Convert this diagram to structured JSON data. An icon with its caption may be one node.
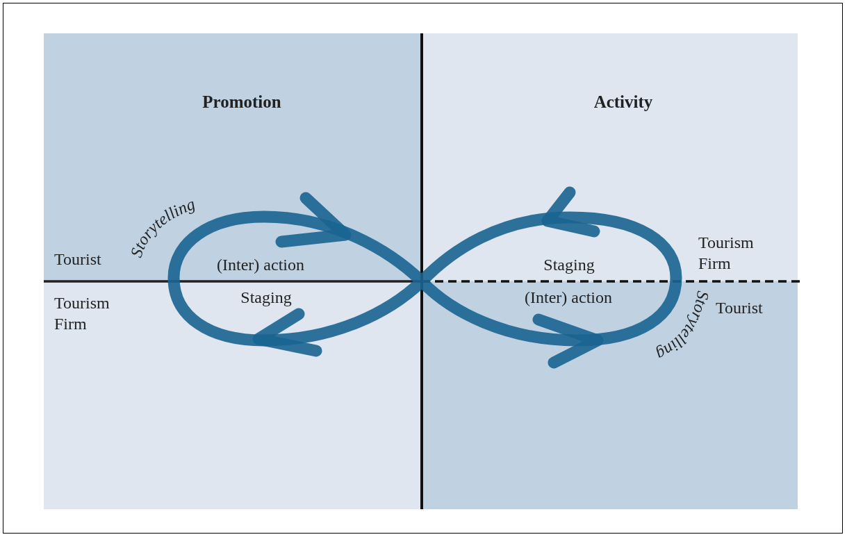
{
  "diagram": {
    "nodes": [
      {
        "text": [
          "Promotion",
          "Tourist",
          "(Inter) action"
        ]
      },
      {
        "text": [
          "Activity",
          "Staging",
          "Tourism Firm"
        ]
      },
      {
        "text": [
          "Tourism Firm",
          "Staging"
        ]
      },
      {
        "text": [
          "Tourist",
          "(Inter) action"
        ]
      }
    ],
    "labels": [
      "Storytelling",
      "Storytelling"
    ]
  }
}
